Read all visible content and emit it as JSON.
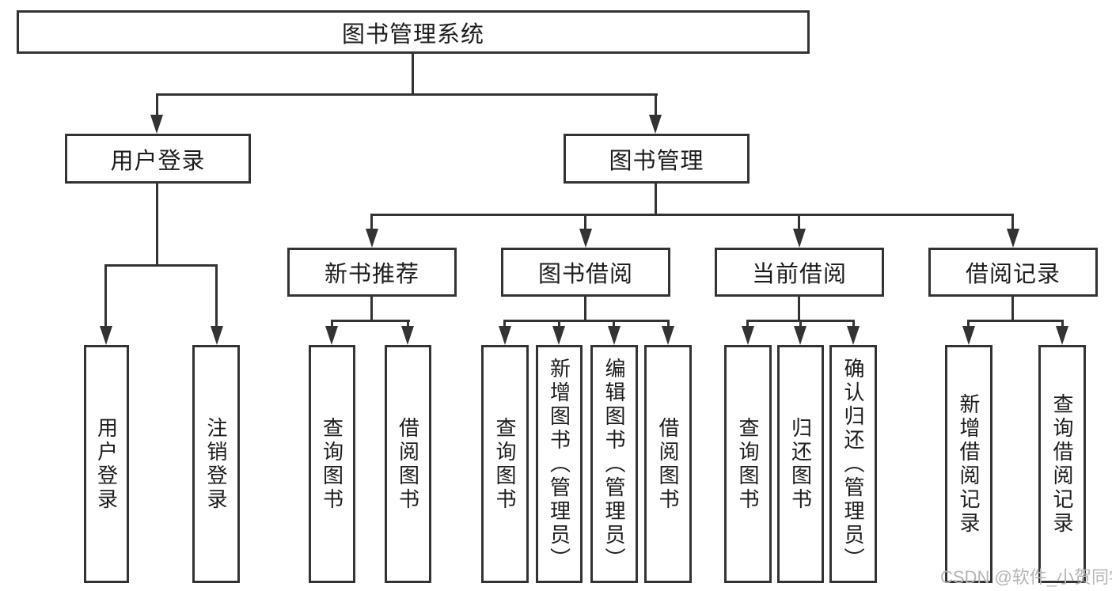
{
  "diagram": {
    "title": "图书管理系统",
    "branches": [
      {
        "id": "user-login",
        "label": "用户登录"
      },
      {
        "id": "book-management",
        "label": "图书管理"
      }
    ],
    "modules": [
      {
        "id": "new-book-recommend",
        "label": "新书推荐",
        "parent": "图书管理"
      },
      {
        "id": "book-borrowing",
        "label": "图书借阅",
        "parent": "图书管理"
      },
      {
        "id": "current-borrowing",
        "label": "当前借阅",
        "parent": "图书管理"
      },
      {
        "id": "borrowing-records",
        "label": "借阅记录",
        "parent": "图书管理"
      }
    ],
    "leaves": [
      {
        "id": "user-login-leaf",
        "parent": "用户登录",
        "label": "用户登录"
      },
      {
        "id": "logout",
        "parent": "用户登录",
        "label": "注销登录"
      },
      {
        "id": "query-books-1",
        "parent": "新书推荐",
        "label": "查询图书"
      },
      {
        "id": "borrow-books-1",
        "parent": "新书推荐",
        "label": "借阅图书"
      },
      {
        "id": "query-books-2",
        "parent": "图书借阅",
        "label": "查询图书"
      },
      {
        "id": "add-books-admin",
        "parent": "图书借阅",
        "label": "新增图书（管理员）"
      },
      {
        "id": "edit-books-admin",
        "parent": "图书借阅",
        "label": "编辑图书（管理员）"
      },
      {
        "id": "borrow-books-2",
        "parent": "图书借阅",
        "label": "借阅图书"
      },
      {
        "id": "query-books-3",
        "parent": "当前借阅",
        "label": "查询图书"
      },
      {
        "id": "return-books",
        "parent": "当前借阅",
        "label": "归还图书"
      },
      {
        "id": "confirm-return-admin",
        "parent": "当前借阅",
        "label": "确认归还（管理员）"
      },
      {
        "id": "add-borrow-record",
        "parent": "借阅记录",
        "label": "新增借阅记录"
      },
      {
        "id": "query-borrow-record",
        "parent": "借阅记录",
        "label": "查询借阅记录"
      }
    ],
    "colors": {
      "line": "#333333",
      "text": "#1c1c1c",
      "watermark": "#b5b5b5"
    }
  },
  "watermark": {
    "text": "CSDN @软件_小贺同学"
  }
}
